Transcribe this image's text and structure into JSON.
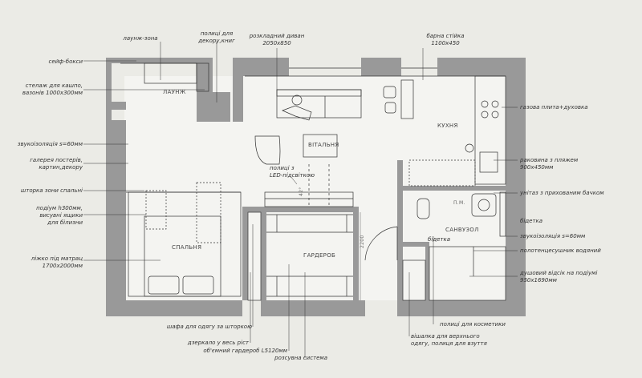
{
  "rooms": {
    "lounge": "ЛАУНЖ",
    "living": "ВІТАЛЬНЯ",
    "kitchen": "КУХНЯ",
    "bedroom": "СПАЛЬНЯ",
    "wardrobe": "ГАРДЕРОБ",
    "bathroom": "САНВУЗОЛ",
    "washer": "П.М.",
    "dim_2200": "2200",
    "dim_42": "42°"
  },
  "labels_top": {
    "lounge_zone": "лаунж-зона",
    "shelves": "полиці для\nдекору,книг",
    "sofa": "розкладний диван\n2050x850",
    "bar": "барна стійка\n1100x450"
  },
  "labels_left": {
    "safe": "сейф-бокси",
    "rack": "стелаж для кашпо,\nвазонів 1000x300мм",
    "insulation": "звукоізоляція s=60мм",
    "gallery": "галерея постерів,\nкартин,декору",
    "curtain": "шторка зони спальні",
    "podium": "подіум h300мм,\nвисувні ящики\nдля білизни",
    "bed": "ліжко під матрац\n1700x2000мм"
  },
  "labels_right": {
    "stove": "газова плита+духовка",
    "sink": "раковина з пляжем\n900x450мм",
    "toilet": "унітаз з прихованим бачком",
    "bidet": "бідетка",
    "insulation": "звукоізоляція s=60мм",
    "towel": "полотенцесушник водяний",
    "shower": "душовий відсік на подіумі\n950x1690мм",
    "cosmetics": "полиці для косметики"
  },
  "labels_inner": {
    "led_shelves": "полиці з\nLED-підсвіткою",
    "bidetka": "бідетка"
  },
  "labels_bottom": {
    "closet": "шафа для одягу за шторкою",
    "mirror": "дзеркало у весь ріст",
    "wardrobe": "об'ємний гардероб L5120мм",
    "sliding": "розсувна система",
    "hanger": "вішалка для верхнього\nодягу, полиця для взуття"
  },
  "colors": {
    "wall": "#999999",
    "background": "#ebebe6",
    "floor": "#f4f4f1",
    "line": "#333333"
  }
}
